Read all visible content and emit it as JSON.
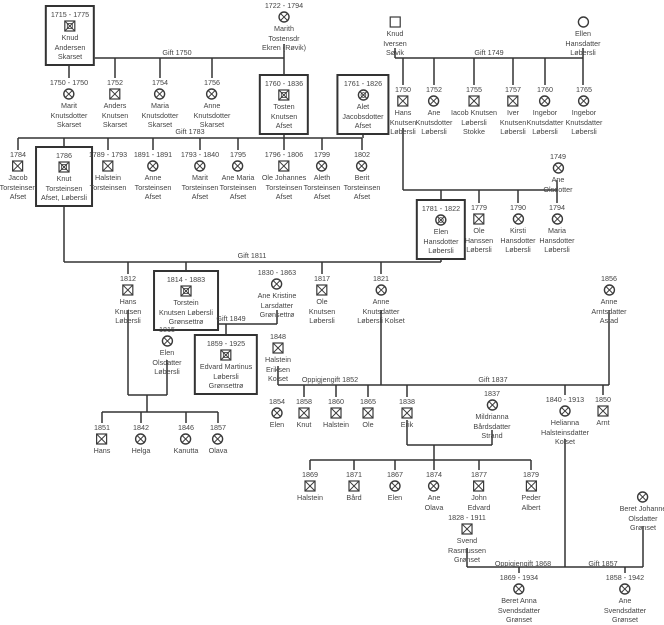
{
  "persons": [
    {
      "id": "knud_andersen",
      "dates": "1715 - 1775",
      "sex": "m",
      "deceased": true,
      "boxed": true,
      "name": [
        "Knud",
        "Andersen",
        "Skarset"
      ]
    },
    {
      "id": "marith_tostensdr",
      "dates": "1722 - 1794",
      "sex": "f",
      "deceased": true,
      "boxed": false,
      "name": [
        "Marith",
        "Tostensdr",
        "Ekren (Røvik)"
      ]
    },
    {
      "id": "marit_knutsdotter",
      "dates": "1750 - 1750",
      "sex": "f",
      "deceased": true,
      "name": [
        "Marit",
        "Knutsdotter",
        "Skarset"
      ]
    },
    {
      "id": "anders_knutsen",
      "dates": "1752",
      "sex": "m",
      "deceased": true,
      "name": [
        "Anders",
        "Knutsen",
        "Skarset"
      ]
    },
    {
      "id": "maria_knutsdotter",
      "dates": "1754",
      "sex": "f",
      "deceased": true,
      "name": [
        "Maria",
        "Knutsdotter",
        "Skarset"
      ]
    },
    {
      "id": "anne_knutsdotter",
      "dates": "1756",
      "sex": "f",
      "deceased": true,
      "name": [
        "Anne",
        "Knutsdotter",
        "Skarset"
      ]
    },
    {
      "id": "tosten_knutsen",
      "dates": "1760 - 1836",
      "sex": "m",
      "deceased": true,
      "boxed": true,
      "name": [
        "Tosten",
        "Knutsen",
        "Afset"
      ]
    },
    {
      "id": "alet_jacobsdotter",
      "dates": "1761 - 1826",
      "sex": "f",
      "deceased": true,
      "boxed": true,
      "name": [
        "Alet",
        "Jacobsdotter",
        "Afset"
      ]
    },
    {
      "id": "knud_iversen",
      "dates": "",
      "sex": "m",
      "deceased": false,
      "name": [
        "Knud",
        "Iversen",
        "Søvik"
      ]
    },
    {
      "id": "ellen_hansdatter",
      "dates": "",
      "sex": "f",
      "deceased": false,
      "name": [
        "Ellen",
        "Hansdatter",
        "Løbersli"
      ]
    },
    {
      "id": "hans_knutsen_1750",
      "dates": "1750",
      "sex": "m",
      "deceased": true,
      "name": [
        "Hans",
        "Knutsen",
        "Løbersli"
      ]
    },
    {
      "id": "ane_knutsdotter_1752",
      "dates": "1752",
      "sex": "f",
      "deceased": true,
      "name": [
        "Ane",
        "Knutsdotter",
        "Løbersli"
      ]
    },
    {
      "id": "iacob_knutsen",
      "dates": "1755",
      "sex": "m",
      "deceased": true,
      "name": [
        "Iacob Knutsen",
        "Løbersli",
        "Stokke"
      ]
    },
    {
      "id": "iver_knutsen",
      "dates": "1757",
      "sex": "m",
      "deceased": true,
      "name": [
        "Iver",
        "Knutsen",
        "Løbersli"
      ]
    },
    {
      "id": "ingebor_1760",
      "dates": "1760",
      "sex": "f",
      "deceased": true,
      "name": [
        "Ingebor",
        "Knutsdatter",
        "Løbersli"
      ]
    },
    {
      "id": "ingebor_1765",
      "dates": "1765",
      "sex": "f",
      "deceased": true,
      "name": [
        "Ingebor",
        "Knutsdatter",
        "Løbersli"
      ]
    },
    {
      "id": "jacob_torsteinsen",
      "dates": "1784",
      "sex": "m",
      "deceased": true,
      "name": [
        "Jacob",
        "Torsteinsen",
        "Afset"
      ]
    },
    {
      "id": "knut_torsteinsen",
      "dates": "1786",
      "sex": "m",
      "deceased": true,
      "boxed": true,
      "name": [
        "Knut",
        "Torsteinsen",
        "Afset, Løbersli"
      ]
    },
    {
      "id": "halstein_torsteinsen",
      "dates": "1789 - 1793",
      "sex": "m",
      "deceased": true,
      "name": [
        "Halstein",
        "Torsteinsen"
      ]
    },
    {
      "id": "anne_torsteinsen",
      "dates": "1891 - 1891",
      "sex": "f",
      "deceased": true,
      "name": [
        "Anne",
        "Torsteinsen",
        "Afset"
      ]
    },
    {
      "id": "marit_torsteinsen",
      "dates": "1793 - 1840",
      "sex": "f",
      "deceased": true,
      "name": [
        "Marit",
        "Torsteinsen",
        "Afset"
      ]
    },
    {
      "id": "ane_maria_torsteinsen",
      "dates": "1795",
      "sex": "f",
      "deceased": true,
      "name": [
        "Ane Maria",
        "Torsteinsen",
        "Afset"
      ]
    },
    {
      "id": "ole_johannes",
      "dates": "1796 - 1806",
      "sex": "m",
      "deceased": true,
      "name": [
        "Ole Johannes",
        "Torsteinsen",
        "Afset"
      ]
    },
    {
      "id": "aleth_torsteinsen",
      "dates": "1799",
      "sex": "f",
      "deceased": true,
      "name": [
        "Aleth",
        "Torsteinsen",
        "Afset"
      ]
    },
    {
      "id": "berit_torsteinsen",
      "dates": "1802",
      "sex": "f",
      "deceased": true,
      "name": [
        "Berit",
        "Torsteinsen",
        "Afset"
      ]
    },
    {
      "id": "ane_olsdotter",
      "dates": "1749",
      "sex": "f",
      "deceased": true,
      "name": [
        "Ane",
        "Olsdotter"
      ]
    },
    {
      "id": "elen_hansdotter",
      "dates": "1781 - 1822",
      "sex": "f",
      "deceased": true,
      "boxed": true,
      "name": [
        "Elen",
        "Hansdotter",
        "Løbersli"
      ]
    },
    {
      "id": "ole_hanssen",
      "dates": "1779",
      "sex": "m",
      "deceased": true,
      "name": [
        "Ole",
        "Hanssen",
        "Løbersli"
      ]
    },
    {
      "id": "kirsti_hansdotter",
      "dates": "1790",
      "sex": "f",
      "deceased": true,
      "name": [
        "Kirsti",
        "Hansdotter",
        "Løbersli"
      ]
    },
    {
      "id": "maria_hansdotter",
      "dates": "1794",
      "sex": "f",
      "deceased": true,
      "name": [
        "Maria",
        "Hansdotter",
        "Løbersli"
      ]
    },
    {
      "id": "hans_knutsen_1812",
      "dates": "1812",
      "sex": "m",
      "deceased": true,
      "name": [
        "Hans",
        "Knutsen",
        "Løbersli"
      ]
    },
    {
      "id": "torstein_knutsen",
      "dates": "1814 - 1883",
      "sex": "m",
      "deceased": true,
      "boxed": true,
      "name": [
        "Torstein",
        "Knutsen Løbersli",
        "Grønsettrø"
      ]
    },
    {
      "id": "ane_kristine",
      "dates": "1830 - 1863",
      "sex": "f",
      "deceased": true,
      "name": [
        "Ane Kristine",
        "Larsdatter",
        "Grønsettrø"
      ]
    },
    {
      "id": "ole_knutsen",
      "dates": "1817",
      "sex": "m",
      "deceased": true,
      "name": [
        "Ole",
        "Knutsen",
        "Løbersli"
      ]
    },
    {
      "id": "anne_knutsdatter_1821",
      "dates": "1821",
      "sex": "f",
      "deceased": true,
      "name": [
        "Anne",
        "Knutsdatter",
        "Løbersli Kolset"
      ]
    },
    {
      "id": "anne_arntsdatter",
      "dates": "1856",
      "sex": "f",
      "deceased": true,
      "name": [
        "Anne",
        "Arntsdatter",
        "Astad"
      ]
    },
    {
      "id": "elen_olsdatter",
      "dates": "1815",
      "sex": "f",
      "deceased": true,
      "name": [
        "Elen",
        "Olsdatter",
        "Løbersli"
      ]
    },
    {
      "id": "edvard_martinus",
      "dates": "1859 - 1925",
      "sex": "m",
      "deceased": true,
      "boxed": true,
      "name": [
        "Edvard Martinus",
        "Løbersli",
        "Grønsettrø"
      ]
    },
    {
      "id": "halstein_eriksen",
      "dates": "1848",
      "sex": "m",
      "deceased": true,
      "name": [
        "Halstein",
        "Eriksen",
        "Kolset"
      ]
    },
    {
      "id": "hans_1851",
      "dates": "1851",
      "sex": "m",
      "deceased": true,
      "name": [
        "Hans"
      ]
    },
    {
      "id": "helga_1842",
      "dates": "1842",
      "sex": "f",
      "deceased": true,
      "name": [
        "Helga"
      ]
    },
    {
      "id": "kanutta_1846",
      "dates": "1846",
      "sex": "f",
      "deceased": true,
      "name": [
        "Kanutta"
      ]
    },
    {
      "id": "olava_1857",
      "dates": "1857",
      "sex": "f",
      "deceased": true,
      "name": [
        "Olava"
      ]
    },
    {
      "id": "elen_1854",
      "dates": "1854",
      "sex": "f",
      "deceased": true,
      "name": [
        "Elen"
      ]
    },
    {
      "id": "knut_1858",
      "dates": "1858",
      "sex": "m",
      "deceased": true,
      "name": [
        "Knut"
      ]
    },
    {
      "id": "halstein_1860",
      "dates": "1860",
      "sex": "m",
      "deceased": true,
      "name": [
        "Halstein"
      ]
    },
    {
      "id": "ole_1865",
      "dates": "1865",
      "sex": "m",
      "deceased": true,
      "name": [
        "Ole"
      ]
    },
    {
      "id": "erik_1838",
      "dates": "1838",
      "sex": "m",
      "deceased": true,
      "name": [
        "Erik"
      ]
    },
    {
      "id": "mildrianna",
      "dates": "1837",
      "sex": "f",
      "deceased": true,
      "name": [
        "Mildrianna",
        "Bårdsdatter",
        "Strand"
      ]
    },
    {
      "id": "helianna",
      "dates": "1840 - 1913",
      "sex": "f",
      "deceased": true,
      "name": [
        "Helianna",
        "Halsteinsdatter",
        "Kolset"
      ]
    },
    {
      "id": "arnt_1850",
      "dates": "1850",
      "sex": "m",
      "deceased": true,
      "name": [
        "Arnt"
      ]
    },
    {
      "id": "halstein_1869",
      "dates": "1869",
      "sex": "m",
      "deceased": true,
      "name": [
        "Halstein"
      ]
    },
    {
      "id": "bard_1871",
      "dates": "1871",
      "sex": "m",
      "deceased": true,
      "name": [
        "Bård"
      ]
    },
    {
      "id": "elen_1867",
      "dates": "1867",
      "sex": "f",
      "deceased": true,
      "name": [
        "Elen"
      ]
    },
    {
      "id": "ane_olava_1874",
      "dates": "1874",
      "sex": "f",
      "deceased": true,
      "name": [
        "Ane",
        "Olava"
      ]
    },
    {
      "id": "john_edvard_1877",
      "dates": "1877",
      "sex": "m",
      "deceased": true,
      "name": [
        "John",
        "Edvard"
      ]
    },
    {
      "id": "peder_albert_1879",
      "dates": "1879",
      "sex": "m",
      "deceased": true,
      "name": [
        "Peder",
        "Albert"
      ]
    },
    {
      "id": "svend_rasmussen",
      "dates": "1828 - 1911",
      "sex": "m",
      "deceased": true,
      "name": [
        "Svend",
        "Rasmussen",
        "Grønset"
      ]
    },
    {
      "id": "beret_johanne",
      "dates": "",
      "sex": "f",
      "deceased": true,
      "name": [
        "Beret Johanne",
        "Olsdatter",
        "Grønset"
      ]
    },
    {
      "id": "beret_anna",
      "dates": "1869 - 1934",
      "sex": "f",
      "deceased": true,
      "name": [
        "Beret Anna",
        "Svendsdatter",
        "Grønset"
      ]
    },
    {
      "id": "ane_svendsdatter",
      "dates": "1858 - 1942",
      "sex": "f",
      "deceased": true,
      "name": [
        "Ane",
        "Svendsdatter",
        "Grønset"
      ]
    }
  ],
  "unions": [
    {
      "id": "gift_1750",
      "label": "Gift 1750"
    },
    {
      "id": "gift_1749",
      "label": "Gift 1749"
    },
    {
      "id": "gift_1783",
      "label": "Gift 1783"
    },
    {
      "id": "gift_1811",
      "label": "Gift 1811"
    },
    {
      "id": "gift_1849",
      "label": "Gift 1849"
    },
    {
      "id": "oppigjengift_1852",
      "label": "Oppigjengift 1852"
    },
    {
      "id": "gift_1837",
      "label": "Gift 1837"
    },
    {
      "id": "oppigjengift_1868",
      "label": "Oppigjengift 1868"
    },
    {
      "id": "gift_1857",
      "label": "Gift 1857"
    }
  ],
  "colors": {
    "line": "#333333",
    "text": "#444444"
  }
}
